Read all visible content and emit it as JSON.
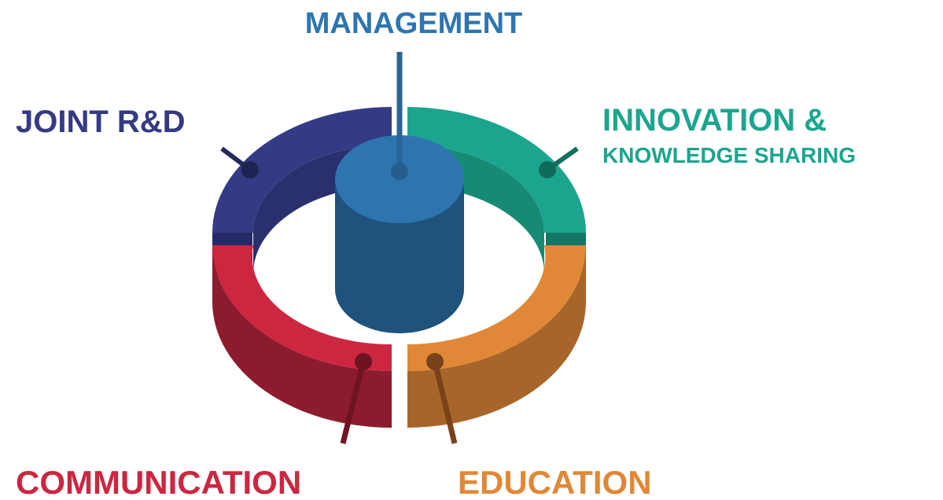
{
  "labels": {
    "management": "MANAGEMENT",
    "joint_rd": "JOINT R&D",
    "innovation_line1": "INNOVATION &",
    "innovation_line2": "KNOWLEDGE SHARING",
    "communication": "COMMUNICATION",
    "education": "EDUCATION"
  },
  "colors": {
    "management": "#2e75b0",
    "joint_rd": "#353a85",
    "innovation": "#1ca58e",
    "communication": "#cc2640",
    "education": "#e08837"
  }
}
